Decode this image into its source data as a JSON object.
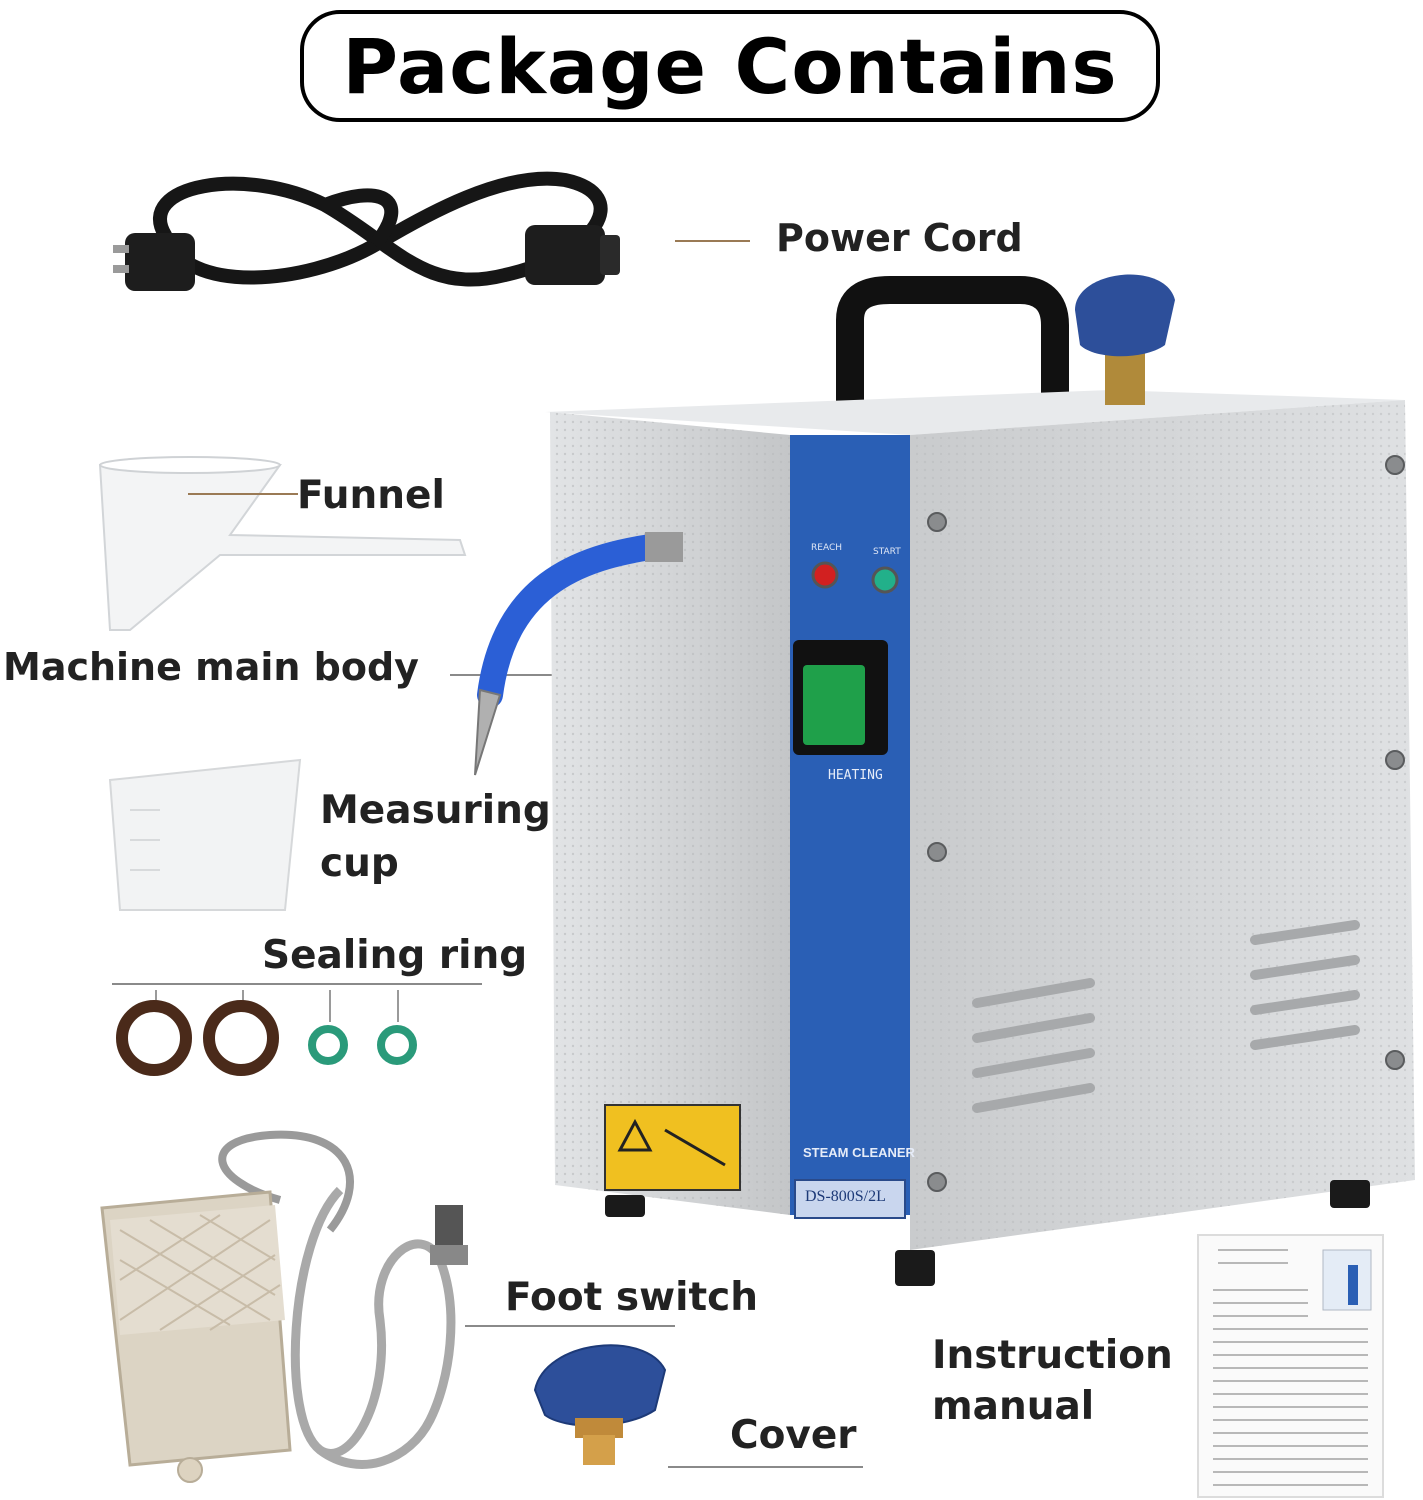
{
  "header": {
    "title": "Package Contains"
  },
  "items": {
    "power_cord": "Power Cord",
    "funnel": "Funnel",
    "main_body": "Machine main body",
    "measuring_cup": "Measuring\ncup",
    "sealing_ring": "Sealing ring",
    "foot_switch": "Foot switch",
    "cover": "Cover",
    "manual": "Instruction\nmanual"
  },
  "machine": {
    "reach": "REACH",
    "start": "START",
    "heating": "HEATING",
    "brand": "STEAM CLEANER",
    "model": "DS-800S/2L"
  },
  "colors": {
    "panel_blue": "#2a5fb5",
    "hose_blue": "#2b5fd6",
    "steel": "#d4d6d8",
    "ring_brown": "#4a2a1a",
    "ring_teal": "#2a9a7a",
    "cover_blue": "#2d4f9a",
    "leader": "#9a7a55"
  }
}
